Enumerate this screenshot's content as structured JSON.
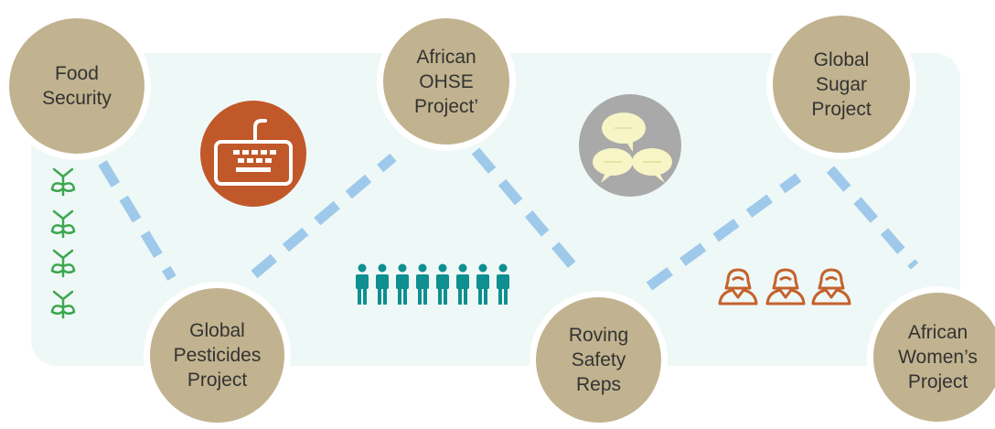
{
  "nodes": [
    {
      "id": "food",
      "label": "Food\nSecurity"
    },
    {
      "id": "ohse",
      "label": "African\nOHSE\nProject’"
    },
    {
      "id": "sugar",
      "label": "Global\nSugar\nProject"
    },
    {
      "id": "pesticides",
      "label": "Global\nPesticides\nProject"
    },
    {
      "id": "roving",
      "label": "Roving\nSafety\nReps"
    },
    {
      "id": "women",
      "label": "African\nWomen’s\nProject"
    }
  ],
  "colors": {
    "node_fill": "#c1b38f",
    "panel": "#eef8f7",
    "dash_line": "#9fc9ea",
    "keyboard_badge": "#c1582a",
    "speech_badge": "#a9a9a9",
    "speech_bubble": "#f7f4c6",
    "plant_icon": "#3ea64f",
    "people_icon": "#0f8f8f",
    "woman_icon": "#c4622d"
  },
  "icons": [
    "plant-icon",
    "keyboard-icon",
    "speech-bubbles-icon",
    "people-group-icon",
    "woman-icon"
  ]
}
